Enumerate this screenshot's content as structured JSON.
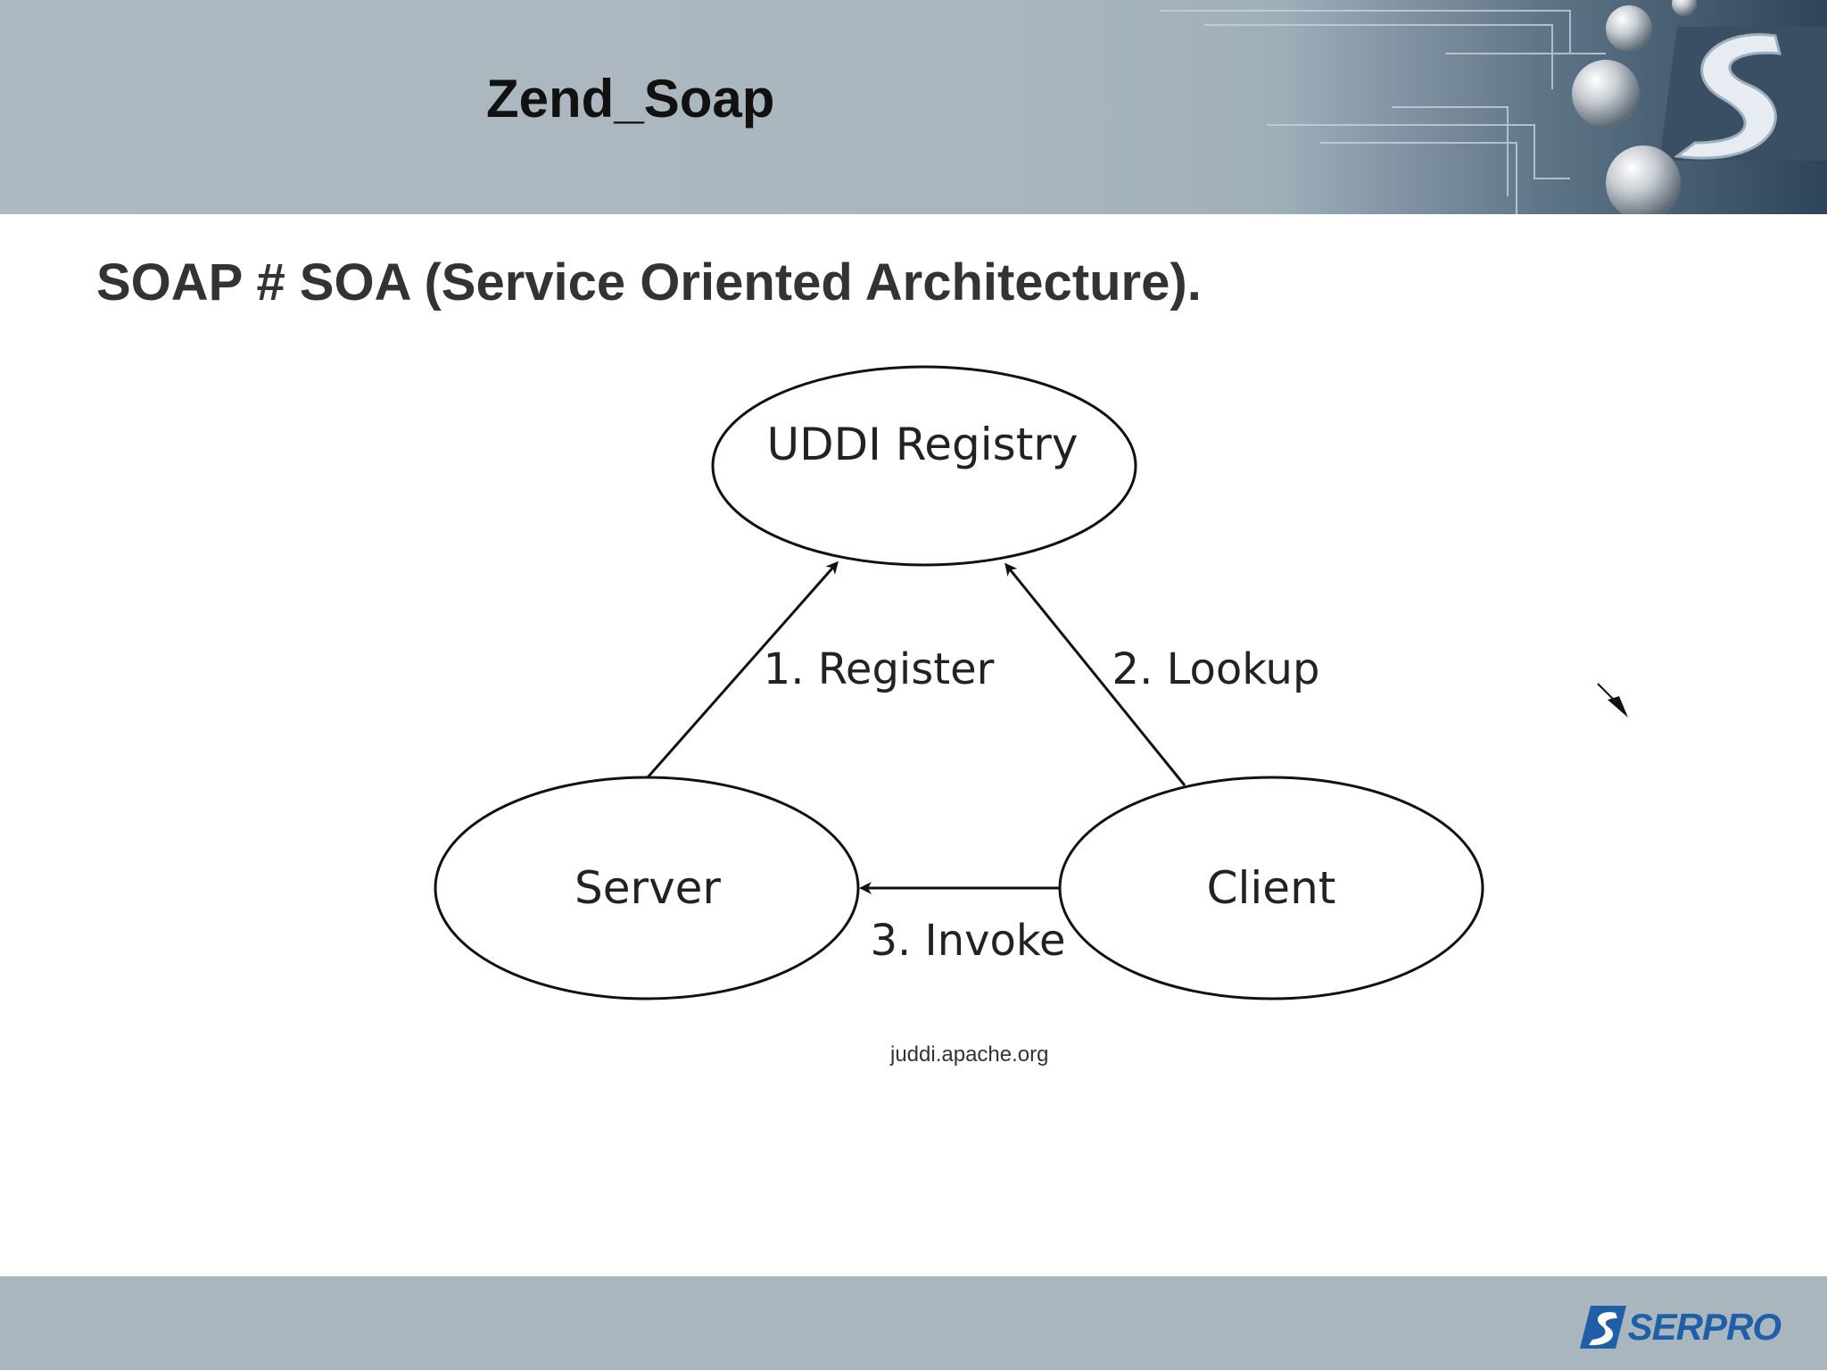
{
  "header": {
    "title": "Zend_Soap"
  },
  "subtitle": "SOAP # SOA (Service Oriented Architecture).",
  "diagram": {
    "nodes": {
      "registry": "UDDI Registry",
      "server": "Server",
      "client": "Client"
    },
    "edges": {
      "register": "1. Register",
      "lookup": "2. Lookup",
      "invoke": "3. Invoke"
    }
  },
  "caption": "juddi.apache.org",
  "footer": {
    "logo_text": "SERPRO"
  },
  "colors": {
    "header_band": "#aab6be",
    "footer_band": "#a9b6be",
    "logo_blue": "#1f5fa8"
  }
}
